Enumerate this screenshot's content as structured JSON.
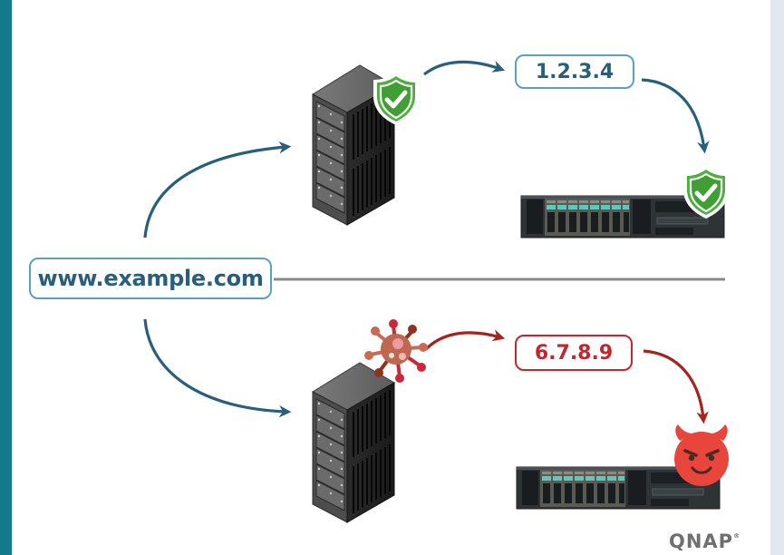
{
  "diagram": {
    "title": "DNS resolution: legitimate vs. poisoned",
    "domain_label": "www.example.com",
    "legit_path": {
      "ip_label": "1.2.3.4",
      "dns_server_icon": "server-tower-icon",
      "status_icon": "shield-check-icon",
      "destination_icon": "rack-server-icon",
      "destination_status_icon": "shield-check-icon",
      "color": "#285f7c"
    },
    "malicious_path": {
      "ip_label": "6.7.8.9",
      "dns_server_icon": "server-tower-icon",
      "status_icon": "virus-icon",
      "destination_icon": "rack-server-icon",
      "destination_status_icon": "devil-face-icon",
      "color": "#a4241c"
    },
    "colors": {
      "accent_bar": "#137a8e",
      "safe_green": "#4caf3e",
      "danger_red": "#c1272d",
      "divider": "#8a8a8a"
    },
    "brand": {
      "logo_text": "QNAP",
      "trademark": "®"
    }
  }
}
